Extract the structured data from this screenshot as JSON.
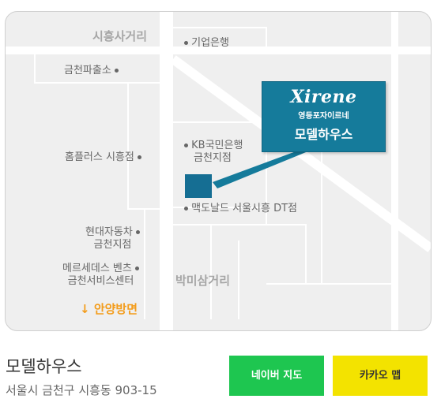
{
  "map": {
    "roads": {
      "top": "시흥사거리",
      "bottom": "박미삼거리"
    },
    "landmarks": {
      "ibk": "기업은행",
      "police": "금천파출소",
      "kb": [
        "KB국민은행",
        "금천지점"
      ],
      "homeplus": "홈플러스 시흥점",
      "mcdonalds": "맥도날드 서울시흥 DT점",
      "hyundai": [
        "현대자동차",
        "금천지점"
      ],
      "benz": [
        "메르세데스 벤츠",
        "금천서비스센터"
      ]
    },
    "direction": {
      "arrow": "↓",
      "label": "안양방면"
    },
    "callout": {
      "logo": "Xirene",
      "subtitle": "영등포자이르네",
      "name": "모델하우스"
    }
  },
  "info": {
    "title": "모델하우스",
    "address": "서울시 금천구 시흥동 903-15"
  },
  "buttons": {
    "naver": "네이버 지도",
    "kakao": "카카오 맵"
  },
  "colors": {
    "marker": "#156e93",
    "naver": "#1ec650",
    "kakao": "#f3e300",
    "direction": "#f39c1b"
  }
}
